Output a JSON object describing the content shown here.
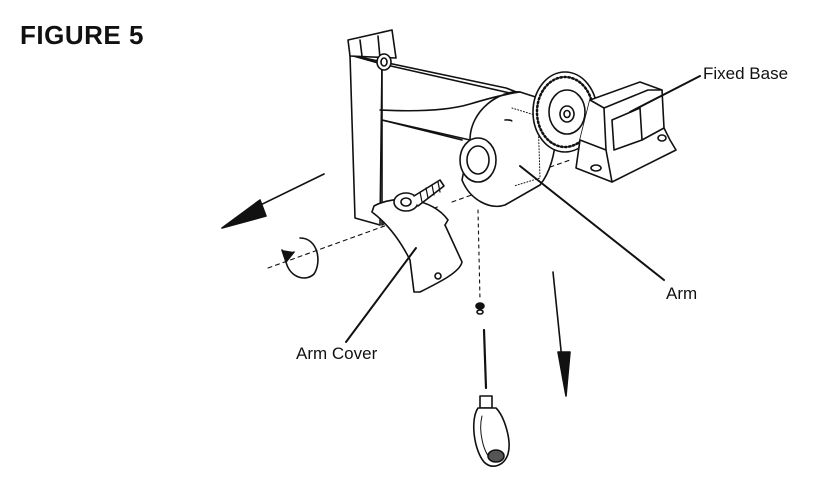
{
  "figure": {
    "title": "FIGURE 5"
  },
  "callouts": {
    "fixed_base": "Fixed Base",
    "arm": "Arm",
    "arm_cover": "Arm Cover"
  },
  "colors": {
    "line": "#111111",
    "fill": "#ffffff"
  }
}
